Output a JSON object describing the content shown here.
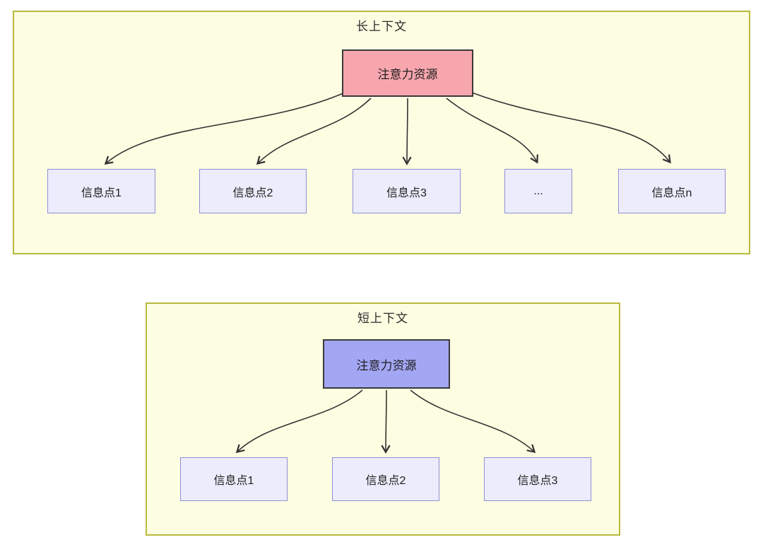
{
  "long_context": {
    "title": "长上下文",
    "attention_label": "注意力资源",
    "attention_color": "#f7a6ae",
    "info_points": [
      "信息点1",
      "信息点2",
      "信息点3",
      "...",
      "信息点n"
    ]
  },
  "short_context": {
    "title": "短上下文",
    "attention_label": "注意力资源",
    "attention_color": "#a3a6f3",
    "info_points": [
      "信息点1",
      "信息点2",
      "信息点3"
    ]
  },
  "colors": {
    "panel_background": "#fdfde2",
    "panel_border": "#b9b93e",
    "info_box_background": "#ececfc",
    "info_box_border": "#8f8fd9",
    "attention_border": "#3a3a3a",
    "arrow": "#333333"
  }
}
